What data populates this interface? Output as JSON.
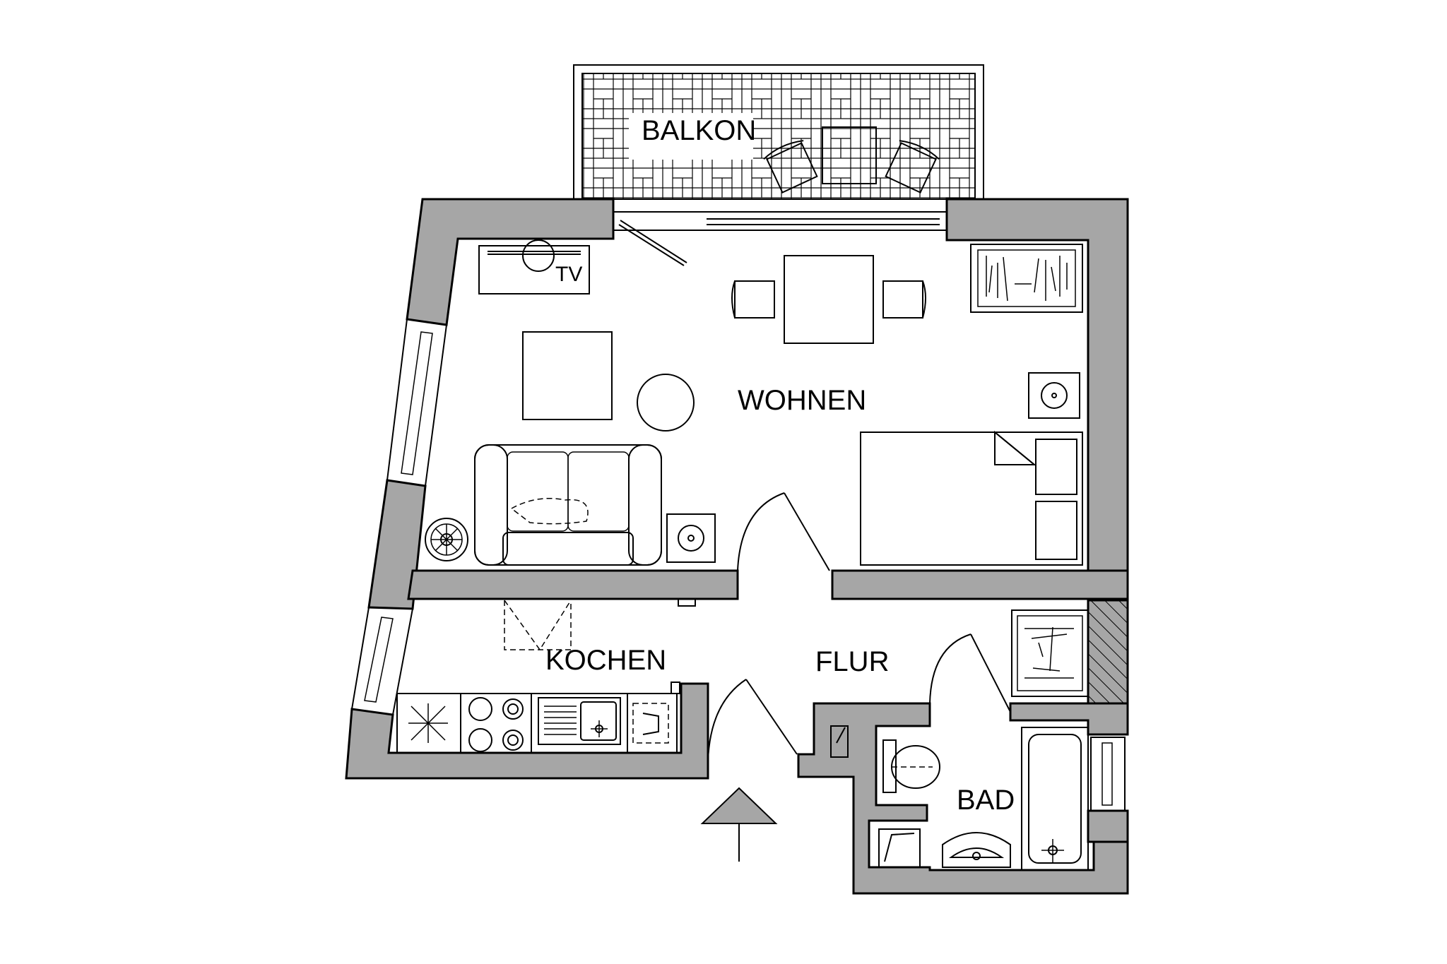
{
  "colors": {
    "wall": "#a6a6a6",
    "line": "#000000",
    "background": "#ffffff"
  },
  "rooms": {
    "balkon": "BALKON",
    "wohnen": "WOHNEN",
    "kochen": "KOCHEN",
    "flur": "FLUR",
    "bad": "BAD"
  },
  "furniture": {
    "tv": "TV"
  },
  "icons": {
    "entrance": "entrance-arrow-icon"
  }
}
